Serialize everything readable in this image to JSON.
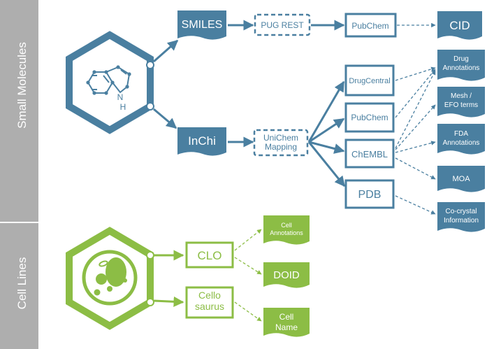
{
  "sections": {
    "small_molecules": "Small Molecules",
    "cell_lines": "Cell Lines"
  },
  "small_molecules": {
    "icon_label": "H\nN",
    "inputs": {
      "smiles": "SMILES",
      "inchi": "InChi"
    },
    "mappers": {
      "pug_rest": "PUG REST",
      "unichem": "UniChem\nMapping"
    },
    "sources": {
      "pubchem_top": "PubChem",
      "drugcentral": "DrugCentral",
      "pubchem": "PubChem",
      "chembl": "ChEMBL",
      "pdb": "PDB"
    },
    "outputs": {
      "cid": "CID",
      "drug_annotations": "Drug\nAnnotations",
      "mesh_efo": "Mesh /\nEFO terms",
      "fda": "FDA\nAnnotations",
      "moa": "MOA",
      "cocrystal": "Co-crystal\nInformation"
    }
  },
  "cell_lines": {
    "sources": {
      "clo": "CLO",
      "cellosaurus": "Cello\nsaurus"
    },
    "outputs": {
      "cell_annotations": "Cell\nAnnotations",
      "doid": "DOID",
      "cell_name": "Cell\nName"
    }
  },
  "colors": {
    "blue": "#4a7fa0",
    "blue_dark": "#3e6f8e",
    "green": "#8cbd45",
    "gray": "#aeaeae",
    "white": "#ffffff"
  },
  "icons": {
    "molecule": "molecule-hexagon-icon",
    "cell": "cell-hexagon-icon"
  }
}
